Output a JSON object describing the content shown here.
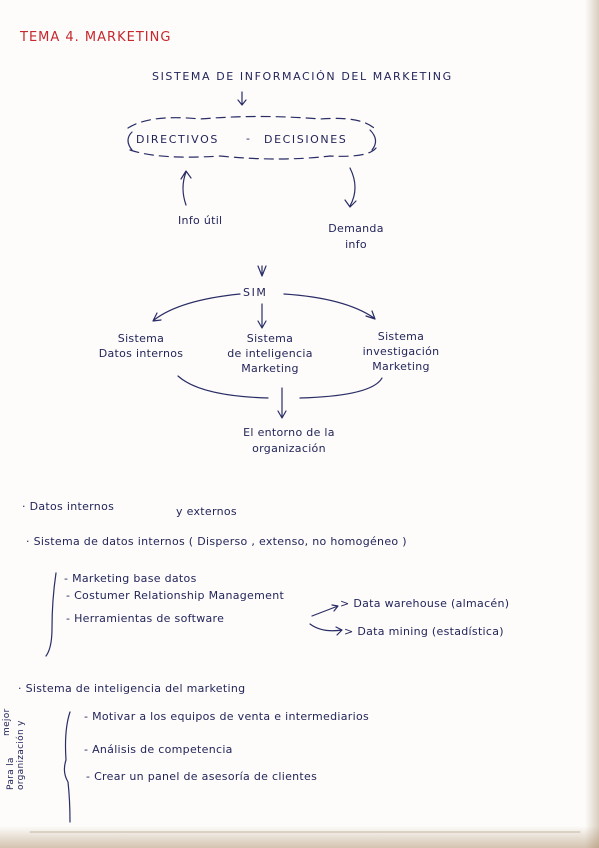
{
  "title": "TEMA 4. MARKETING",
  "heading": "SISTEMA DE INFORMACIÓN DEL MARKETING",
  "cycle": {
    "left": "DIRECTIVOS",
    "sep": "-",
    "right": "DECISIONES"
  },
  "info_util": "Info útil",
  "demanda": [
    "Demanda",
    "info"
  ],
  "sim": "SIM",
  "nodes": {
    "internos": [
      "Sistema",
      "Datos internos"
    ],
    "inteligencia": [
      "Sistema",
      "de inteligencia",
      "Marketing"
    ],
    "investigacion": [
      "Sistema",
      "investigación",
      "Marketing"
    ]
  },
  "entorno": [
    "El entorno de la",
    "organización"
  ],
  "bullets": {
    "datos": "· Datos internos",
    "datos_y": "y externos",
    "sistema_internos": "· Sistema de datos internos ( Disperso , extenso, no homogéneo )",
    "internos_items": [
      "- Marketing base datos",
      "- Costumer Relationship Management",
      "- Herramientas de software"
    ],
    "software_branches": [
      "> Data warehouse (almacén)",
      "> Data mining (estadística)"
    ],
    "sistema_inteligencia": "· Sistema de inteligencia del marketing",
    "side_note": [
      "Para la",
      "organización y",
      "mejor"
    ],
    "inteligencia_items": [
      "- Motivar a los equipos de venta e intermediarios",
      "- Análisis de competencia",
      "- Crear un panel de asesoría de clientes"
    ]
  }
}
